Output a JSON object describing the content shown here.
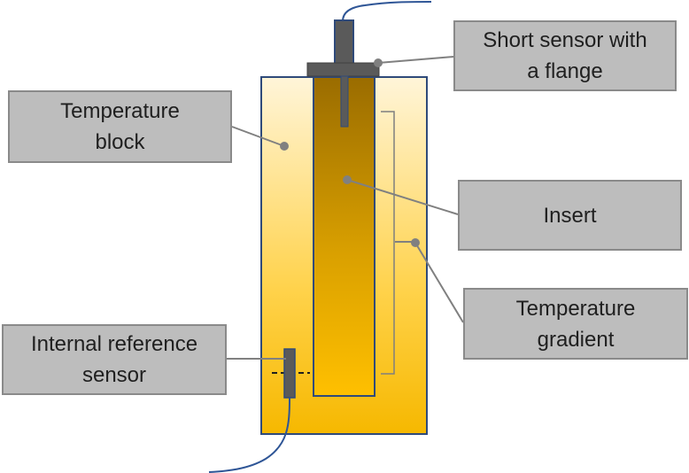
{
  "labels": {
    "short_sensor": "Short sensor with\na flange",
    "temperature_block": "Temperature\nblock",
    "insert": "Insert",
    "temperature_gradient": "Temperature\ngradient",
    "internal_reference_sensor": "Internal reference\nsensor"
  },
  "colors": {
    "block_gradient_top": "#fff5d9",
    "block_gradient_bottom": "#f6b800",
    "insert_gradient_top": "#9a6c00",
    "insert_gradient_bottom": "#ffc000",
    "outline": "#2f4a7a",
    "sensor": "#5a5a5a",
    "cable": "#2e5596",
    "leader": "#808080",
    "label_box": "#bdbdbd"
  }
}
